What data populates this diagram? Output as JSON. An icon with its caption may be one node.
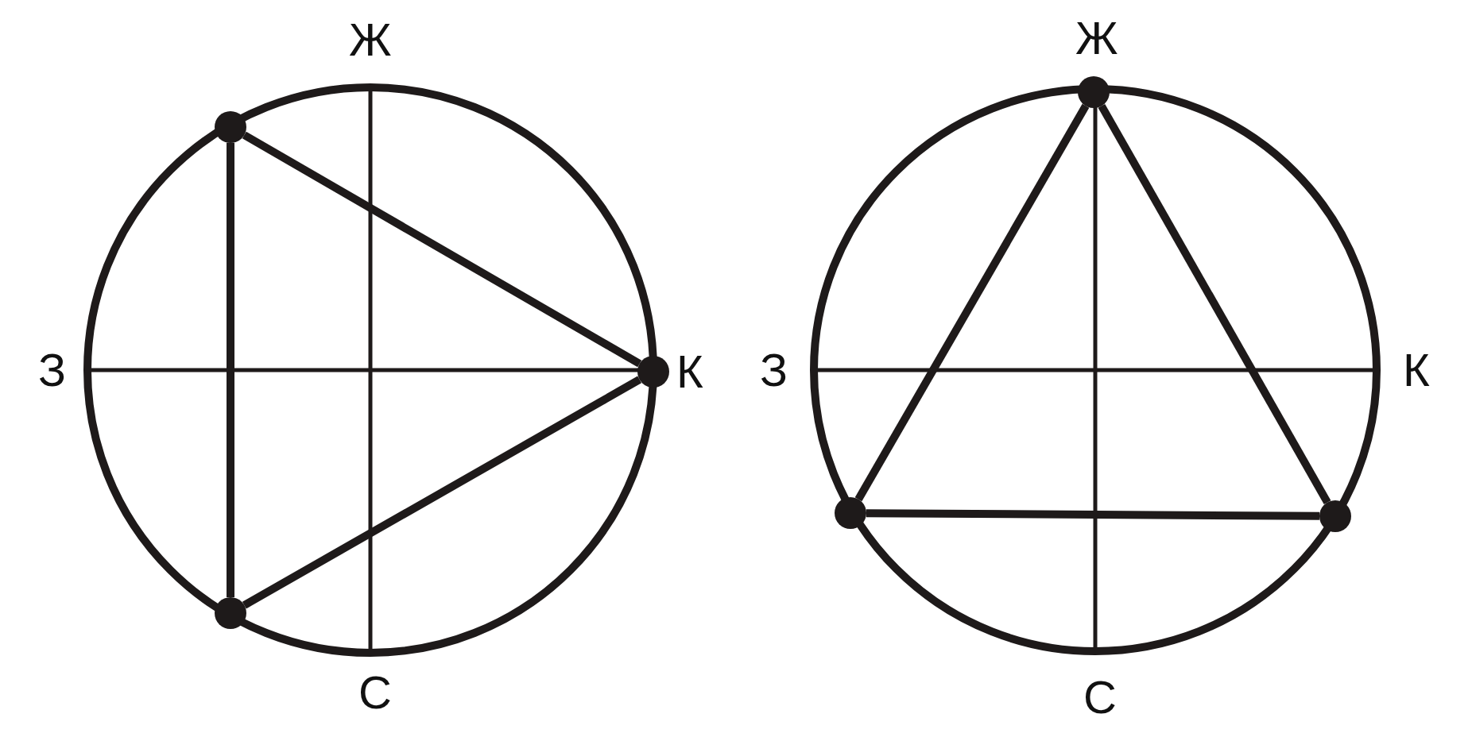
{
  "diagram": {
    "nodes": [
      {
        "text": [],
        "shape": "circle"
      },
      {
        "text": [],
        "shape": "circle"
      },
      {
        "text": [],
        "shape": "circle"
      },
      {
        "text": [],
        "shape": "circle"
      },
      {
        "text": [],
        "shape": "circle"
      },
      {
        "text": [],
        "shape": "circle"
      }
    ],
    "edges": [
      {
        "from": 0,
        "to": 2,
        "arrow": "none"
      },
      {
        "from": 2,
        "to": 1,
        "arrow": "none"
      },
      {
        "from": 1,
        "to": 0,
        "arrow": "none"
      },
      {
        "from": 4,
        "to": 5,
        "arrow": "none"
      },
      {
        "from": 5,
        "to": 3,
        "arrow": "none"
      },
      {
        "from": 3,
        "to": 4,
        "arrow": "none"
      }
    ],
    "labels": [
      "Ж",
      "З",
      "К",
      "С",
      "Ж",
      "З",
      "К",
      "С"
    ]
  }
}
